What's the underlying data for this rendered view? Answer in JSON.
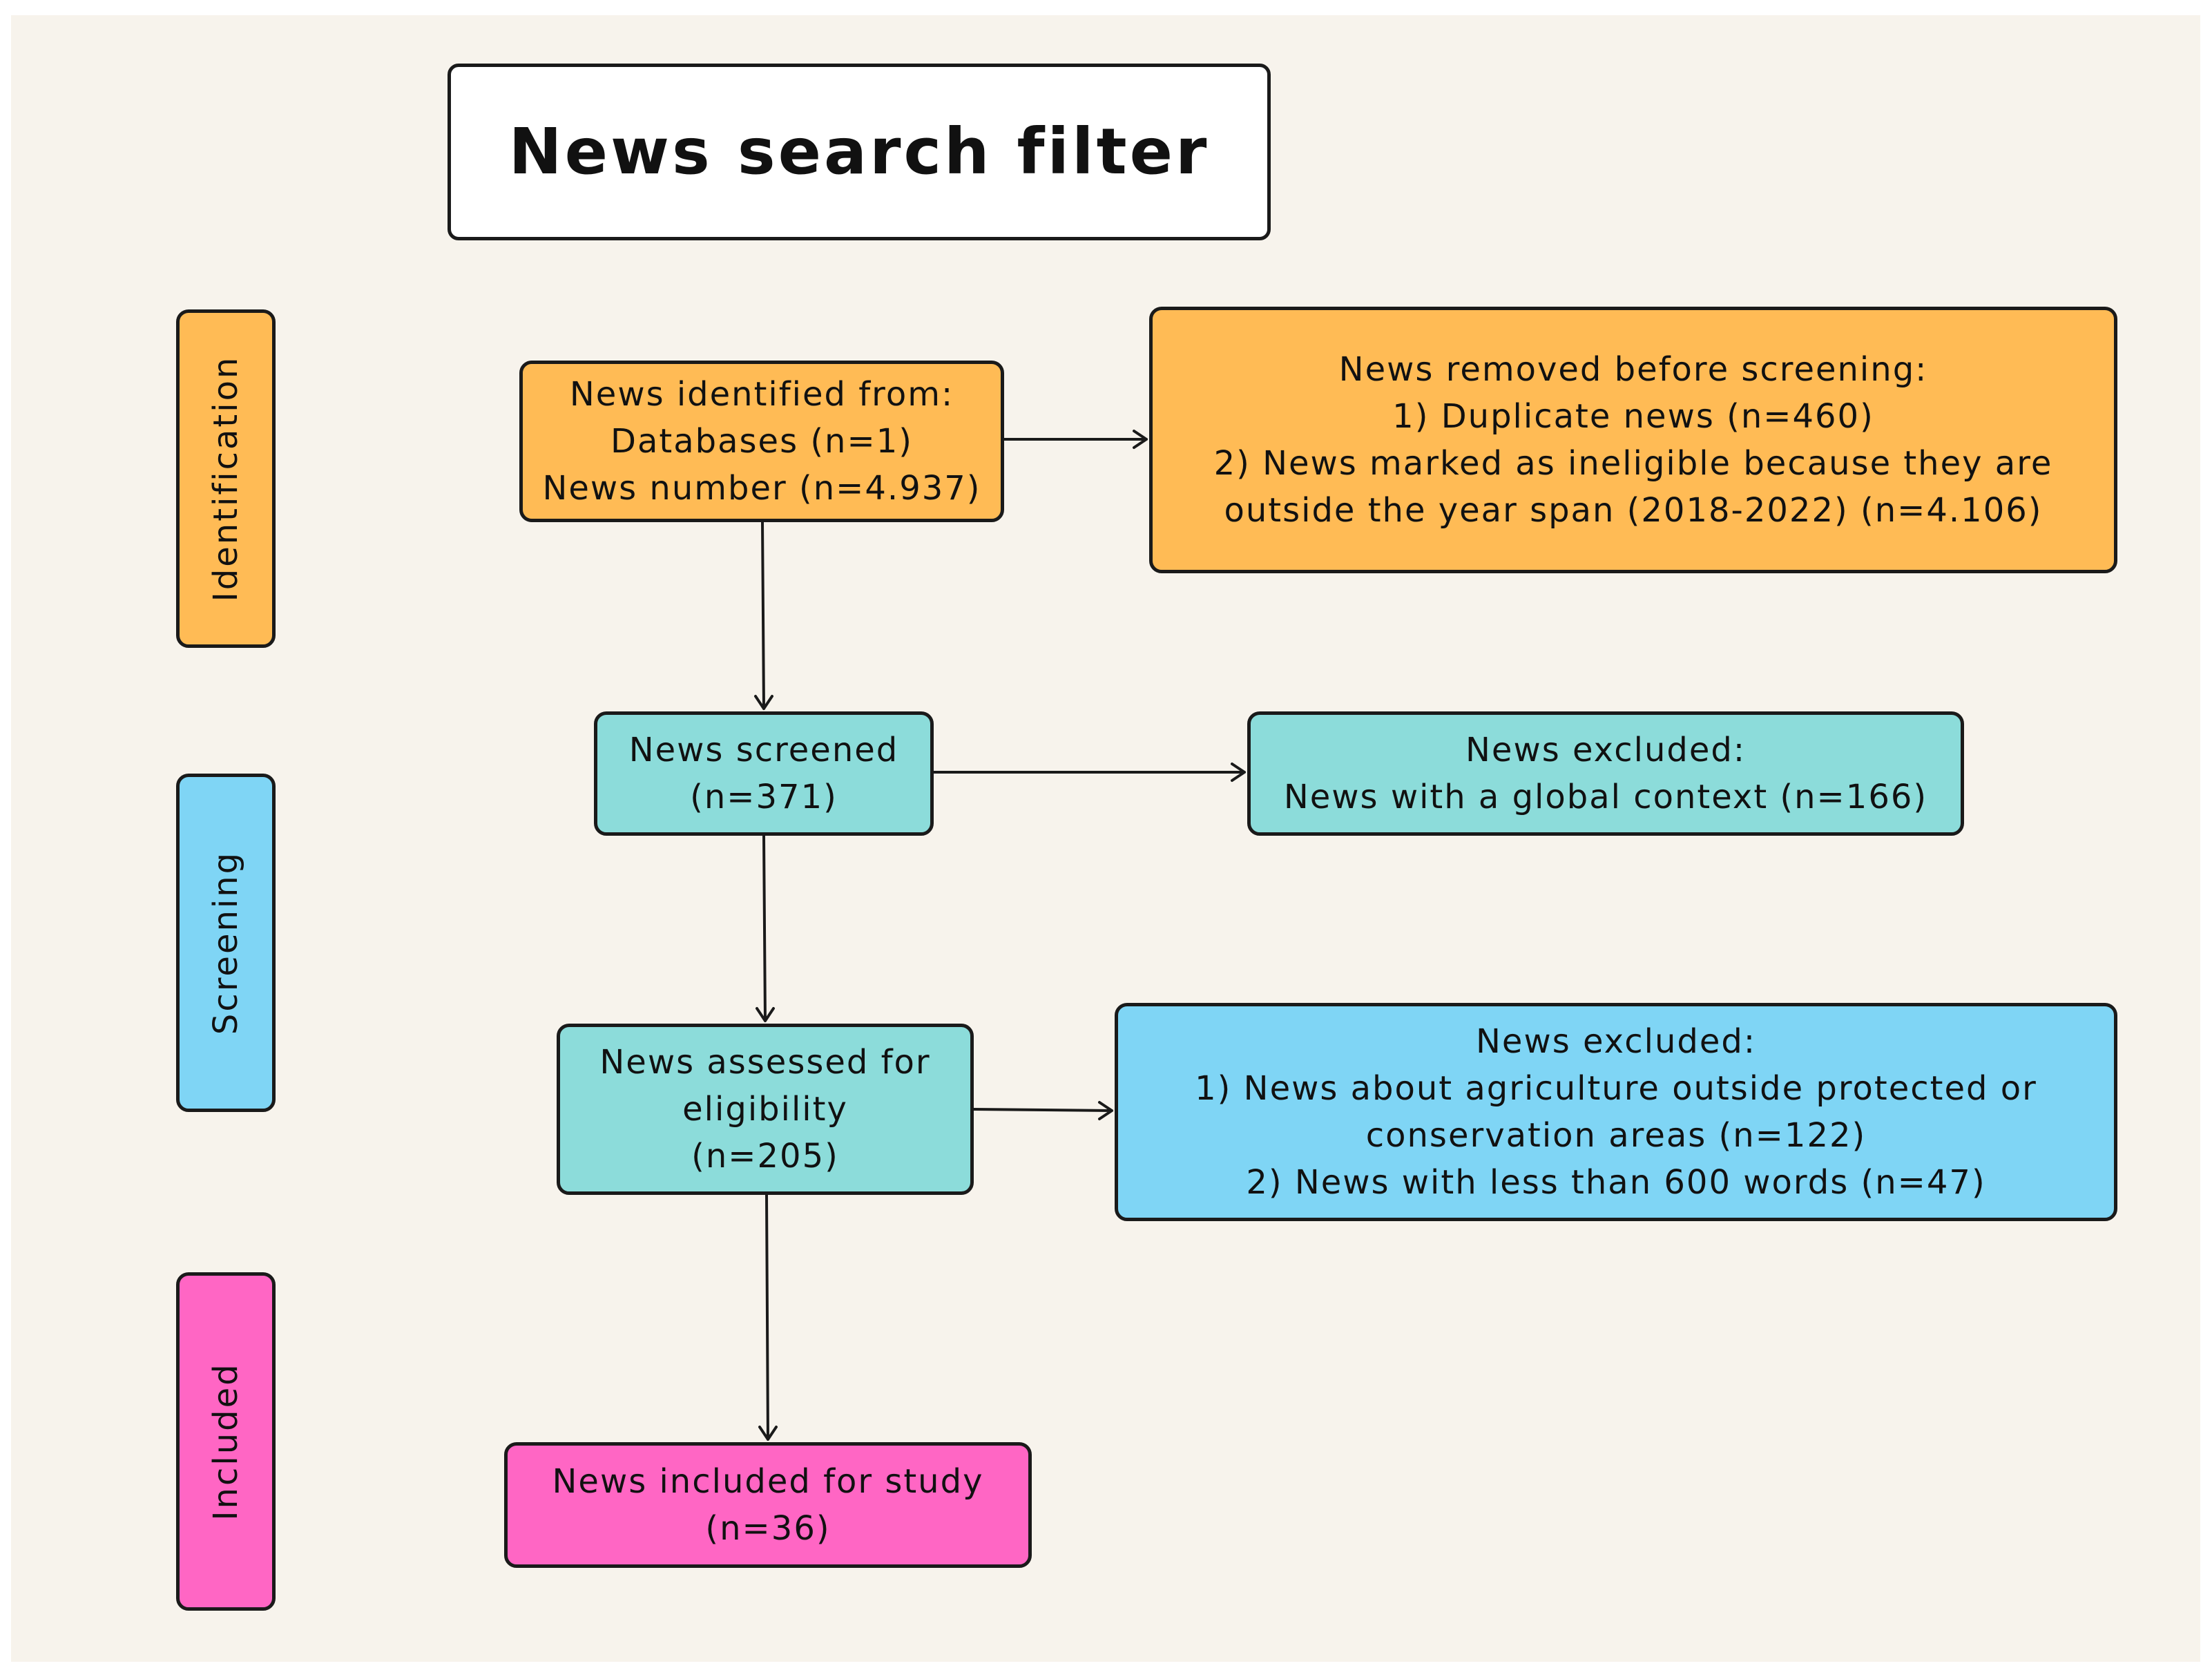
{
  "title": "News search filter",
  "phases": {
    "identification": "Identification",
    "screening": "Screening",
    "included": "Included"
  },
  "identified": {
    "lines": [
      "News identified from:",
      "Databases (n=1)",
      "News number (n=4.937)"
    ]
  },
  "removed": {
    "lines": [
      "News removed before screening:",
      "1) Duplicate news (n=460)",
      "2) News marked as ineligible because they are",
      "outside the year span (2018-2022) (n=4.106)"
    ]
  },
  "screened": {
    "lines": [
      "News screened",
      "(n=371)"
    ]
  },
  "excluded_global": {
    "lines": [
      "News excluded:",
      "News with a global context (n=166)"
    ]
  },
  "assessed": {
    "lines": [
      "News assessed for",
      "eligibility",
      "(n=205)"
    ]
  },
  "excluded_eligibility": {
    "lines": [
      "News excluded:",
      "1) News about agriculture outside protected or",
      "conservation areas (n=122)",
      "2) News with less than 600 words (n=47)"
    ]
  },
  "included": {
    "lines": [
      "News included for study",
      "(n=36)"
    ]
  },
  "colors": {
    "background": "#f7f3ec",
    "identification": "#ffbb55",
    "screening_teal": "#8cdcda",
    "screening_blue": "#7fd5f5",
    "included": "#ff66c4",
    "border": "#1a1a1a"
  }
}
